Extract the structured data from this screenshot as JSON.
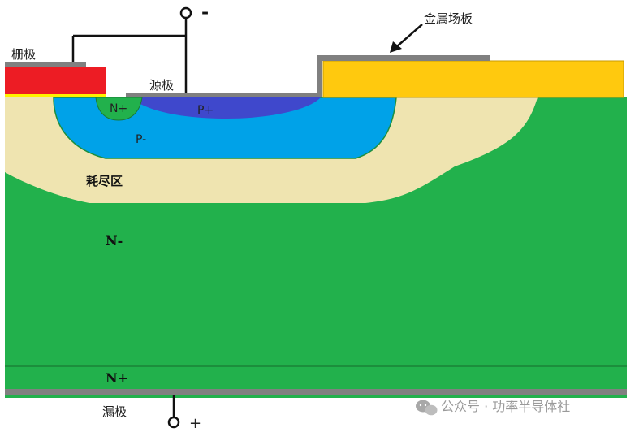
{
  "labels": {
    "gate": "栅极",
    "source": "源极",
    "field_plate": "金属场板",
    "n_plus_source": "N+",
    "p_plus": "P+",
    "p_minus": "P-",
    "depletion": "耗尽区",
    "n_minus": "N-",
    "n_plus_drain": "N+",
    "drain": "漏极",
    "terminal_minus": "-",
    "terminal_plus": "+"
  },
  "watermark": {
    "text": "公众号 · 功率半导体社",
    "icon": "wechat-icon"
  },
  "colors": {
    "n_region": "#22b14c",
    "depletion": "#efe4b0",
    "p_minus": "#00a2e8",
    "p_plus": "#3f48cc",
    "gate": "#ed1c24",
    "field_plate": "#ffc90e",
    "metal": "#7f7f7f",
    "oxide": "#fff200",
    "wire": "#111111"
  }
}
